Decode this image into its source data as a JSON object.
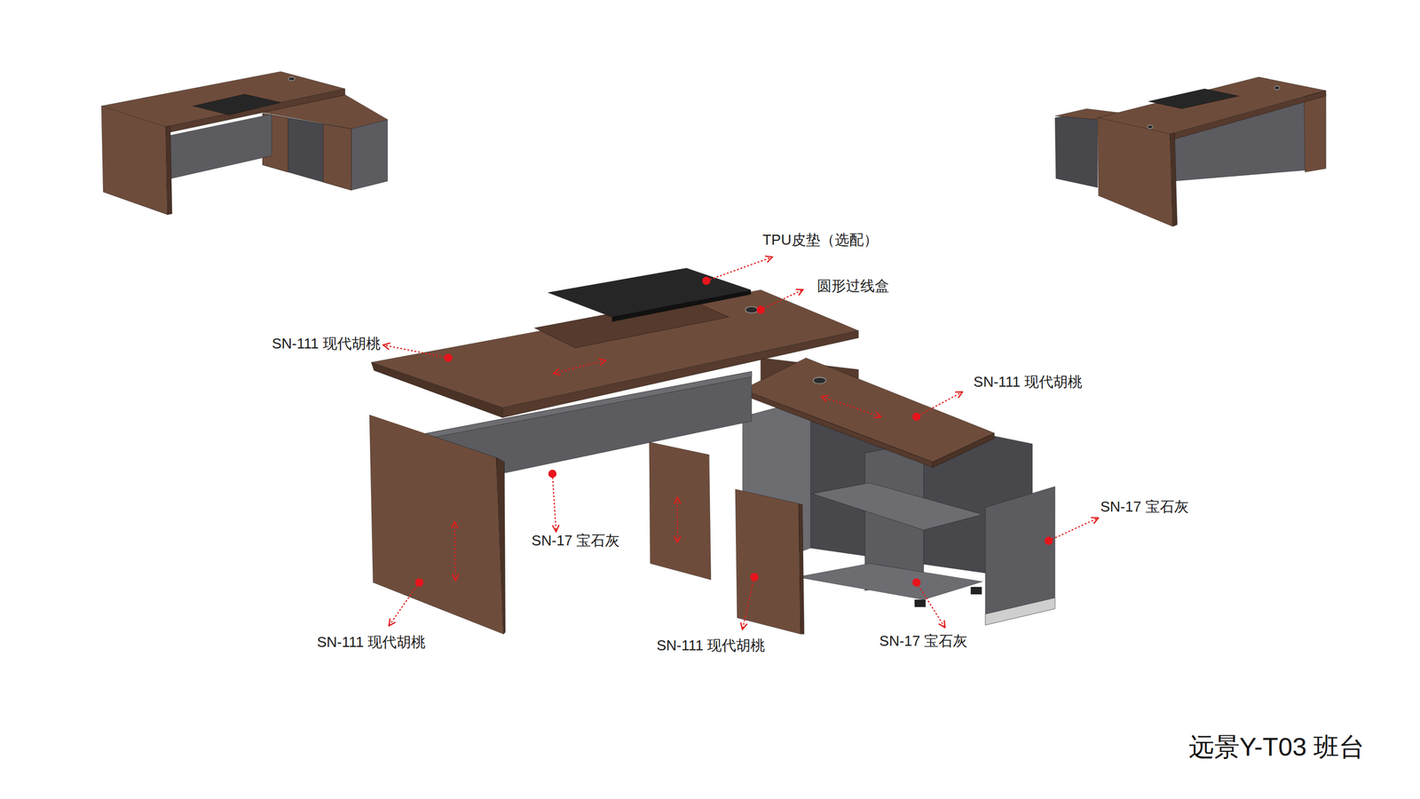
{
  "diagram": {
    "title": "远景Y-T03 班台",
    "labels": [
      "TPU皮垫（选配）",
      "圆形过线盒",
      "SN-111 现代胡桃",
      "SN-111 现代胡桃",
      "SN-17 宝石灰",
      "SN-17 宝石灰",
      "SN-111 现代胡桃",
      "SN-111 现代胡桃",
      "SN-17 宝石灰"
    ]
  }
}
